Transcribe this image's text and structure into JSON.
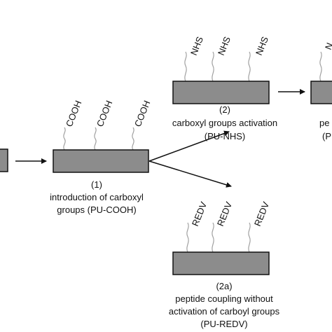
{
  "colors": {
    "bar_fill": "#8c8c8c",
    "bar_stroke": "#111111",
    "arrow": "#111111",
    "chain": "#a0a0a0",
    "text": "#111111"
  },
  "step1": {
    "number": "(1)",
    "line1": "introduction of carboxyl",
    "line2": "groups (PU-COOH)",
    "group_label": "COOH"
  },
  "step2": {
    "number": "(2)",
    "line1": "carboxyl groups activation",
    "line2": "(PU-NHS)",
    "group_label": "NHS"
  },
  "step2a": {
    "number": "(2a)",
    "line1": "peptide coupling without",
    "line2": "activation of carboyl groups",
    "line3": "(PU-REDV)",
    "group_label": "REDV"
  },
  "step3_partial": {
    "line1": "pe",
    "line2": "(P",
    "group_label": "N"
  }
}
